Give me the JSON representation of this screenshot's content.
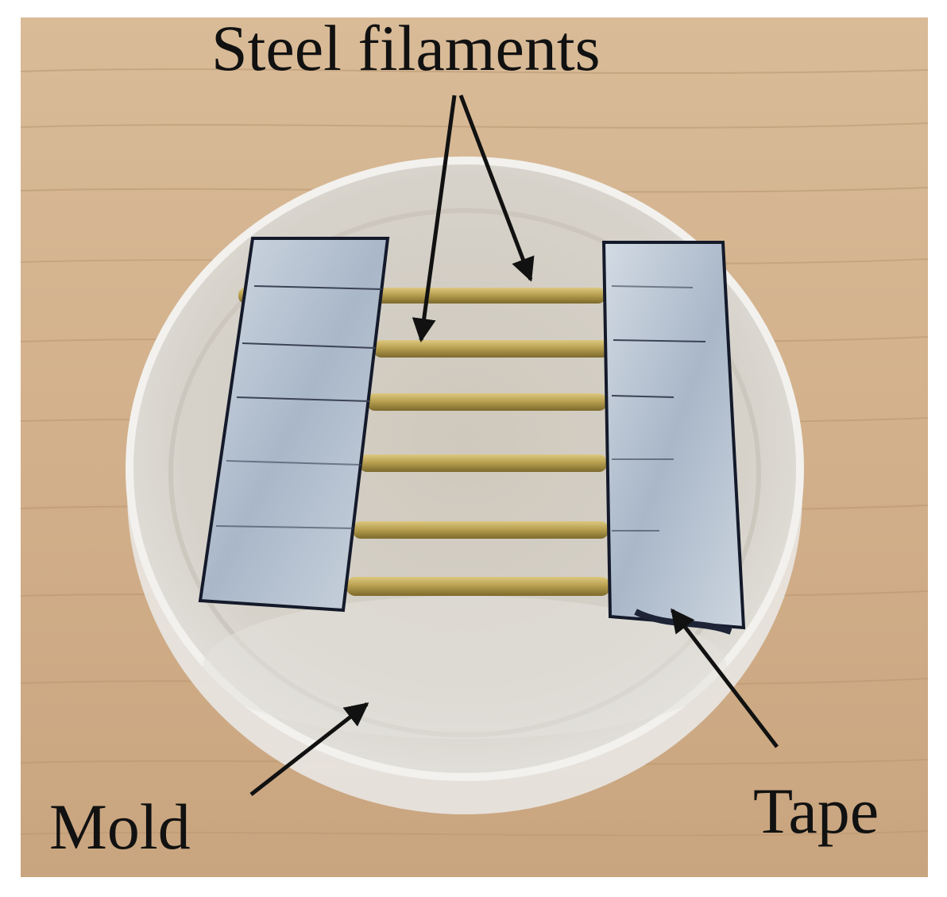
{
  "labels": {
    "steel_filaments": "Steel filaments",
    "mold": "Mold",
    "tape": "Tape"
  },
  "colors": {
    "wood": "#d4b48f",
    "mold_acrylic": "#d9d7d2",
    "tape": "#c4ceda",
    "steel_filament": "#b19a4c",
    "label_text": "#111111",
    "arrow": "#111111"
  }
}
